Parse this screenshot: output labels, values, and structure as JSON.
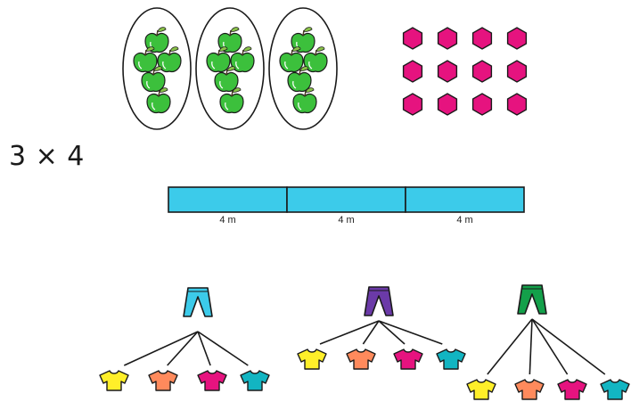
{
  "expression": "3 × 4",
  "groups": {
    "count": 3,
    "apples_per_group": 4,
    "apple_color": "#3cc03c",
    "leaf_color": "#8bc34a"
  },
  "array": {
    "rows": 3,
    "cols": 4,
    "shape": "hexagon",
    "color": "#e6137f"
  },
  "bar": {
    "fill": "#3ccbea",
    "segments": [
      {
        "label": "4 m"
      },
      {
        "label": "4 m"
      },
      {
        "label": "4 m"
      }
    ]
  },
  "trees": [
    {
      "pants_color": "#3ccbea",
      "shirts": [
        "#ffef29",
        "#ff8a5c",
        "#e6137f",
        "#12b5c2"
      ]
    },
    {
      "pants_color": "#6b3aa8",
      "shirts": [
        "#ffef29",
        "#ff8a5c",
        "#e6137f",
        "#12b5c2"
      ]
    },
    {
      "pants_color": "#13a04a",
      "shirts": [
        "#ffef29",
        "#ff8a5c",
        "#e6137f",
        "#12b5c2"
      ]
    }
  ]
}
